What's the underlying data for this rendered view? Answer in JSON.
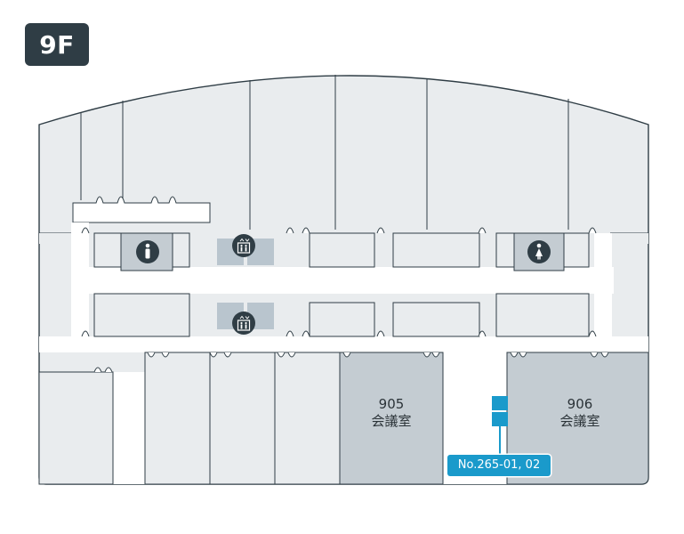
{
  "floor": {
    "label": "9F"
  },
  "rooms": [
    {
      "number": "905",
      "name": "会議室"
    },
    {
      "number": "906",
      "name": "会議室"
    }
  ],
  "desk": {
    "label": "No.265-01, 02"
  },
  "icons": [
    "restroom-male-icon",
    "restroom-female-icon",
    "elevator-icon"
  ],
  "colors": {
    "badge": "#2f3d45",
    "floor_fill": "#e9ecee",
    "wall": "#2f3d45",
    "meeting_room": "#c4ccd2",
    "elevator": "#b9c5ce",
    "desk_marker": "#1a9acb"
  }
}
